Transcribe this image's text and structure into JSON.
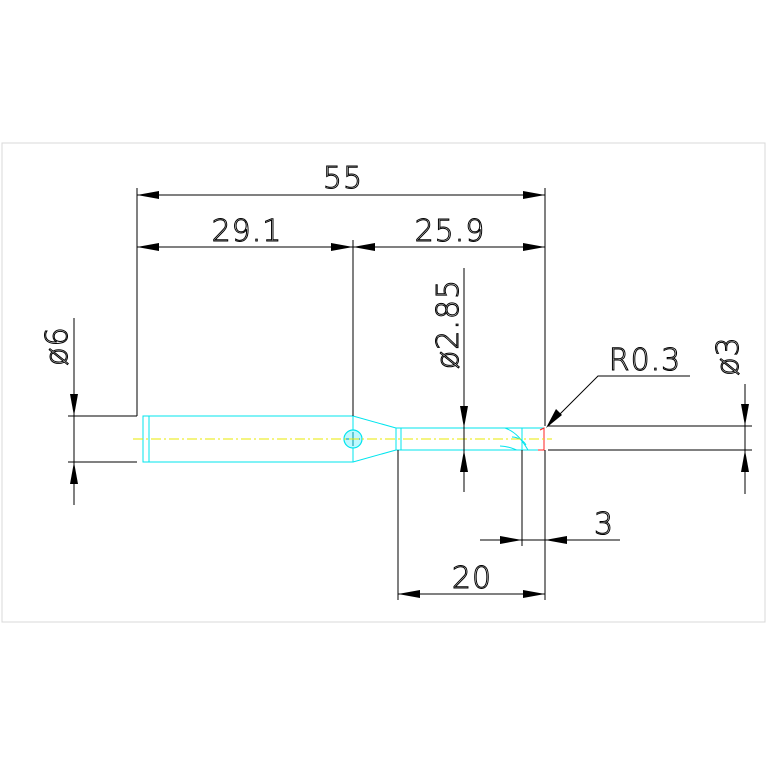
{
  "drawing": {
    "dimensions": {
      "overall_length": "55",
      "shank_length": "29.1",
      "neck_length": "25.9",
      "shank_diameter": "ø6",
      "neck_diameter": "ø2.85",
      "corner_radius": "R0.3",
      "tip_diameter": "ø3",
      "flute_offset": "3",
      "flute_length": "20"
    },
    "colors": {
      "frame": "#d8d8d8",
      "dimension": "#000000",
      "outline": "#00e5ee",
      "centerline": "#e8e800",
      "highlight": "#ff2020"
    }
  }
}
